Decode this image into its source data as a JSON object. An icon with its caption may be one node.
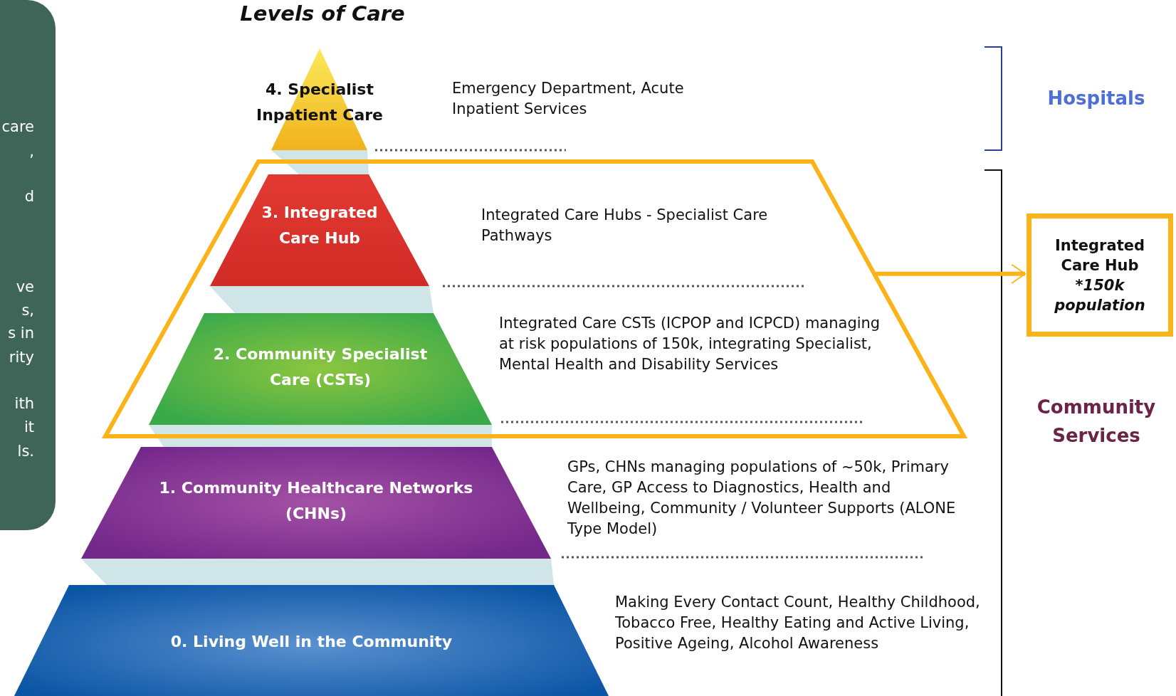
{
  "diagram": {
    "title": "Levels of Care",
    "nodes": [
      {
        "text": [
          "care",
          ",",
          "d",
          "ve",
          "s,",
          "s in",
          "rity",
          "ith",
          "it",
          "ls."
        ]
      },
      {
        "text": [
          "4. Specialist Inpatient Care"
        ]
      },
      {
        "text": [],
        "shape": "trapezoid"
      },
      {
        "text": [
          "3. Integrated Care Hub"
        ],
        "in": 2,
        "beside": [
          "Integrated Care Hubs - Specialist Care Pathways"
        ]
      },
      {
        "text": [
          "2. Community Specialist Care (CSTs)"
        ],
        "in": 2,
        "beside": [
          "Integrated Care CSTs (ICPOP and ICPCD) managing at risk populations of 150k, integrating Specialist, Mental Health and Disability Services"
        ]
      },
      {
        "text": [
          "1. Community Healthcare Networks (CHNs)"
        ],
        "beside": [
          "GPs, CHNs managing populations of ~50k, Primary Care, GP Access to Diagnostics, Health and Wellbeing, Community / Volunteer Supports (ALONE Type Model)"
        ]
      },
      {
        "text": [
          "0. Living Well in the Community"
        ],
        "beside": [
          "Making Every Contact Count, Healthy Childhood, Tobacco Free, Healthy Eating and Active Living, Positive Ageing, Alcohol Awareness"
        ]
      },
      {
        "text": [
          "Integrated Care Hub",
          "*150k population"
        ]
      }
    ],
    "edges": [
      {
        "from": 2,
        "to": 7,
        "arrow": "to",
        "color": "#fbb31a"
      }
    ],
    "labels": [
      "Emergency Department, Acute Inpatient Services",
      "Hospitals",
      "Community Services"
    ]
  }
}
